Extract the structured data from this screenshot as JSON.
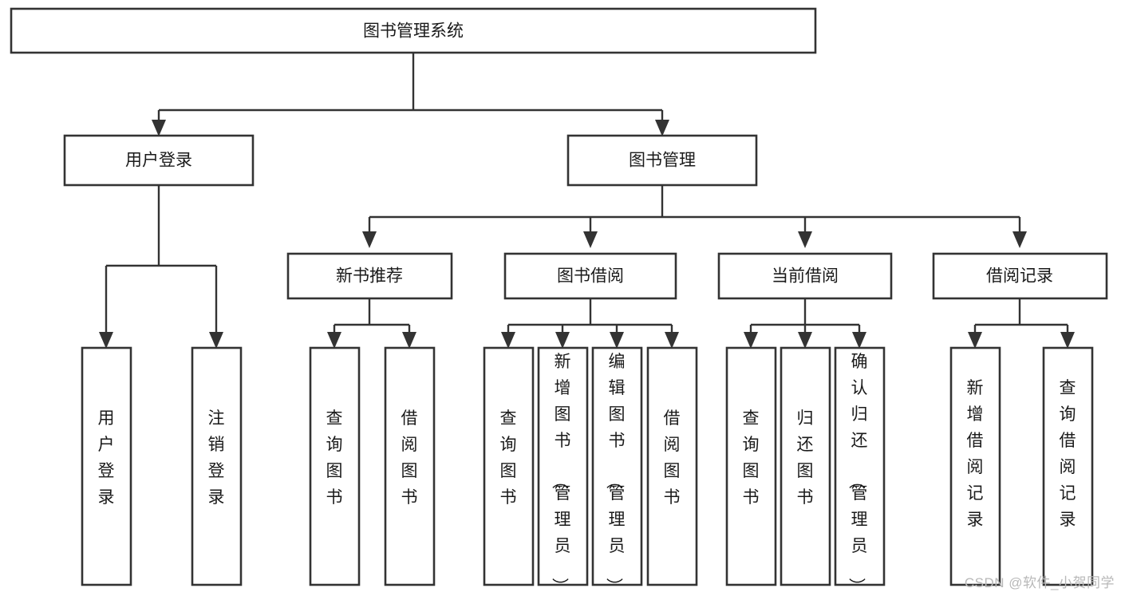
{
  "diagram": {
    "type": "tree-hierarchy",
    "title": "图书管理系统",
    "orientation": "top-down",
    "watermark": "CSDN @软件_小贺同学",
    "colors": {
      "box_stroke": "#333333",
      "box_fill": "#ffffff",
      "connector": "#333333",
      "text": "#1a1a1a",
      "watermark": "#b8b8b8",
      "background": "#ffffff"
    },
    "nodes": {
      "root": {
        "label": "图书管理系统",
        "level": 0
      },
      "level1": [
        {
          "id": "user-login",
          "label": "用户登录"
        },
        {
          "id": "book-manage",
          "label": "图书管理"
        }
      ],
      "level2": [
        {
          "id": "new-book-recommend",
          "label": "新书推荐",
          "parent": "book-manage"
        },
        {
          "id": "book-borrow",
          "label": "图书借阅",
          "parent": "book-manage"
        },
        {
          "id": "current-borrow",
          "label": "当前借阅",
          "parent": "book-manage"
        },
        {
          "id": "borrow-record",
          "label": "借阅记录",
          "parent": "book-manage"
        }
      ],
      "leaves": {
        "user-login": [
          {
            "id": "leaf-user-login",
            "label": "用户登录"
          },
          {
            "id": "leaf-user-logout",
            "label": "注销登录"
          }
        ],
        "new-book-recommend": [
          {
            "id": "leaf-query-book-1",
            "label": "查询图书"
          },
          {
            "id": "leaf-borrow-book-1",
            "label": "借阅图书"
          }
        ],
        "book-borrow": [
          {
            "id": "leaf-query-book-2",
            "label": "查询图书"
          },
          {
            "id": "leaf-add-book",
            "label": "新增图书（管理员）"
          },
          {
            "id": "leaf-edit-book",
            "label": "编辑图书（管理员）"
          },
          {
            "id": "leaf-borrow-book-2",
            "label": "借阅图书"
          }
        ],
        "current-borrow": [
          {
            "id": "leaf-query-book-3",
            "label": "查询图书"
          },
          {
            "id": "leaf-return-book",
            "label": "归还图书"
          },
          {
            "id": "leaf-confirm-return",
            "label": "确认归还（管理员）"
          }
        ],
        "borrow-record": [
          {
            "id": "leaf-add-record",
            "label": "新增借阅记录"
          },
          {
            "id": "leaf-query-record",
            "label": "查询借阅记录"
          }
        ]
      }
    }
  }
}
